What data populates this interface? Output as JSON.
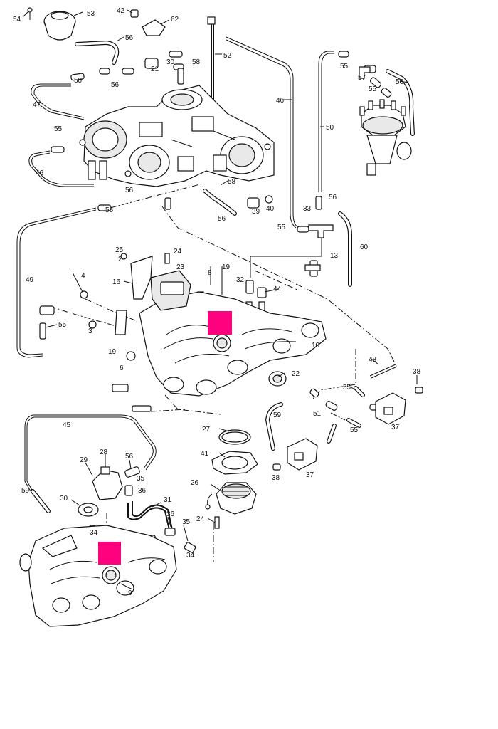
{
  "diagram": {
    "callouts": [
      {
        "id": "c54",
        "text": "54"
      },
      {
        "id": "c53",
        "text": "53"
      },
      {
        "id": "c42",
        "text": "42"
      },
      {
        "id": "c62",
        "text": "62"
      },
      {
        "id": "c56a",
        "text": "56"
      },
      {
        "id": "c52",
        "text": "52"
      },
      {
        "id": "c21",
        "text": "21"
      },
      {
        "id": "c30a",
        "text": "30"
      },
      {
        "id": "c58a",
        "text": "58"
      },
      {
        "id": "c50a",
        "text": "50"
      },
      {
        "id": "c56b",
        "text": "56"
      },
      {
        "id": "c47",
        "text": "47"
      },
      {
        "id": "c46a",
        "text": "46"
      },
      {
        "id": "c55a",
        "text": "55"
      },
      {
        "id": "c57",
        "text": "57"
      },
      {
        "id": "c55b",
        "text": "55"
      },
      {
        "id": "c56c",
        "text": "56"
      },
      {
        "id": "c55c",
        "text": "55"
      },
      {
        "id": "c46b",
        "text": "46"
      },
      {
        "id": "c50b",
        "text": "50"
      },
      {
        "id": "c58b",
        "text": "58"
      },
      {
        "id": "c56d",
        "text": "56"
      },
      {
        "id": "c39",
        "text": "39"
      },
      {
        "id": "c40",
        "text": "40"
      },
      {
        "id": "c56e",
        "text": "56"
      },
      {
        "id": "c33",
        "text": "33"
      },
      {
        "id": "c56f",
        "text": "56"
      },
      {
        "id": "c55d",
        "text": "55"
      },
      {
        "id": "c56g",
        "text": "56"
      },
      {
        "id": "c60",
        "text": "60"
      },
      {
        "id": "c13",
        "text": "13"
      },
      {
        "id": "c25",
        "text": "25"
      },
      {
        "id": "c2",
        "text": "2"
      },
      {
        "id": "c24a",
        "text": "24"
      },
      {
        "id": "c23",
        "text": "23"
      },
      {
        "id": "c19a",
        "text": "19"
      },
      {
        "id": "c8",
        "text": "8"
      },
      {
        "id": "c32",
        "text": "32"
      },
      {
        "id": "c4",
        "text": "4"
      },
      {
        "id": "c16",
        "text": "16"
      },
      {
        "id": "c44",
        "text": "44"
      },
      {
        "id": "c49",
        "text": "49"
      },
      {
        "id": "c55e",
        "text": "55"
      },
      {
        "id": "c3",
        "text": "3"
      },
      {
        "id": "c19b",
        "text": "19"
      },
      {
        "id": "c6",
        "text": "6"
      },
      {
        "id": "c10",
        "text": "10"
      },
      {
        "id": "c48",
        "text": "48"
      },
      {
        "id": "c38a",
        "text": "38"
      },
      {
        "id": "c22",
        "text": "22"
      },
      {
        "id": "c55f",
        "text": "55"
      },
      {
        "id": "c59a",
        "text": "59"
      },
      {
        "id": "c51",
        "text": "51"
      },
      {
        "id": "c55g",
        "text": "55"
      },
      {
        "id": "c37a",
        "text": "37"
      },
      {
        "id": "c45",
        "text": "45"
      },
      {
        "id": "c27",
        "text": "27"
      },
      {
        "id": "c41",
        "text": "41"
      },
      {
        "id": "c29",
        "text": "29"
      },
      {
        "id": "c28",
        "text": "28"
      },
      {
        "id": "c56h",
        "text": "56"
      },
      {
        "id": "c35a",
        "text": "35"
      },
      {
        "id": "c36a",
        "text": "36"
      },
      {
        "id": "c38b",
        "text": "38"
      },
      {
        "id": "c37b",
        "text": "37"
      },
      {
        "id": "c26",
        "text": "26"
      },
      {
        "id": "c59b",
        "text": "59"
      },
      {
        "id": "c30b",
        "text": "30"
      },
      {
        "id": "c31",
        "text": "31"
      },
      {
        "id": "c36b",
        "text": "36"
      },
      {
        "id": "c24b",
        "text": "24"
      },
      {
        "id": "c35b",
        "text": "35"
      },
      {
        "id": "c34a",
        "text": "34"
      },
      {
        "id": "c34b",
        "text": "34"
      },
      {
        "id": "c9",
        "text": "9"
      }
    ],
    "highlight_color": "#ff007f",
    "line_color": "#111111"
  }
}
